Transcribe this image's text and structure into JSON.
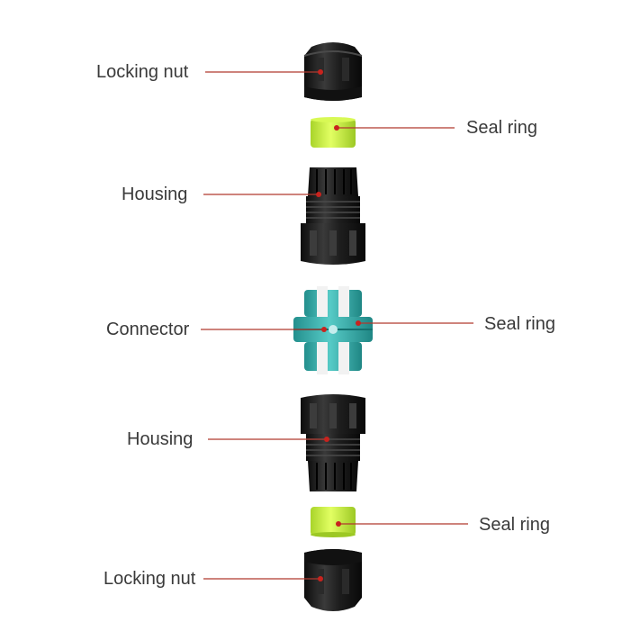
{
  "labels": {
    "locking_nut_top": "Locking nut",
    "seal_ring_top": "Seal ring",
    "housing_top": "Housing",
    "connector": "Connector",
    "seal_ring_mid": "Seal ring",
    "housing_bottom": "Housing",
    "seal_ring_bottom": "Seal ring",
    "locking_nut_bottom": "Locking nut"
  },
  "colors": {
    "leader_line": "#b0392f",
    "leader_dot": "#c8231e",
    "part_body": "#1c1c1c",
    "seal_ring": "#c8ef3a",
    "connector": "#3ab3b0"
  }
}
